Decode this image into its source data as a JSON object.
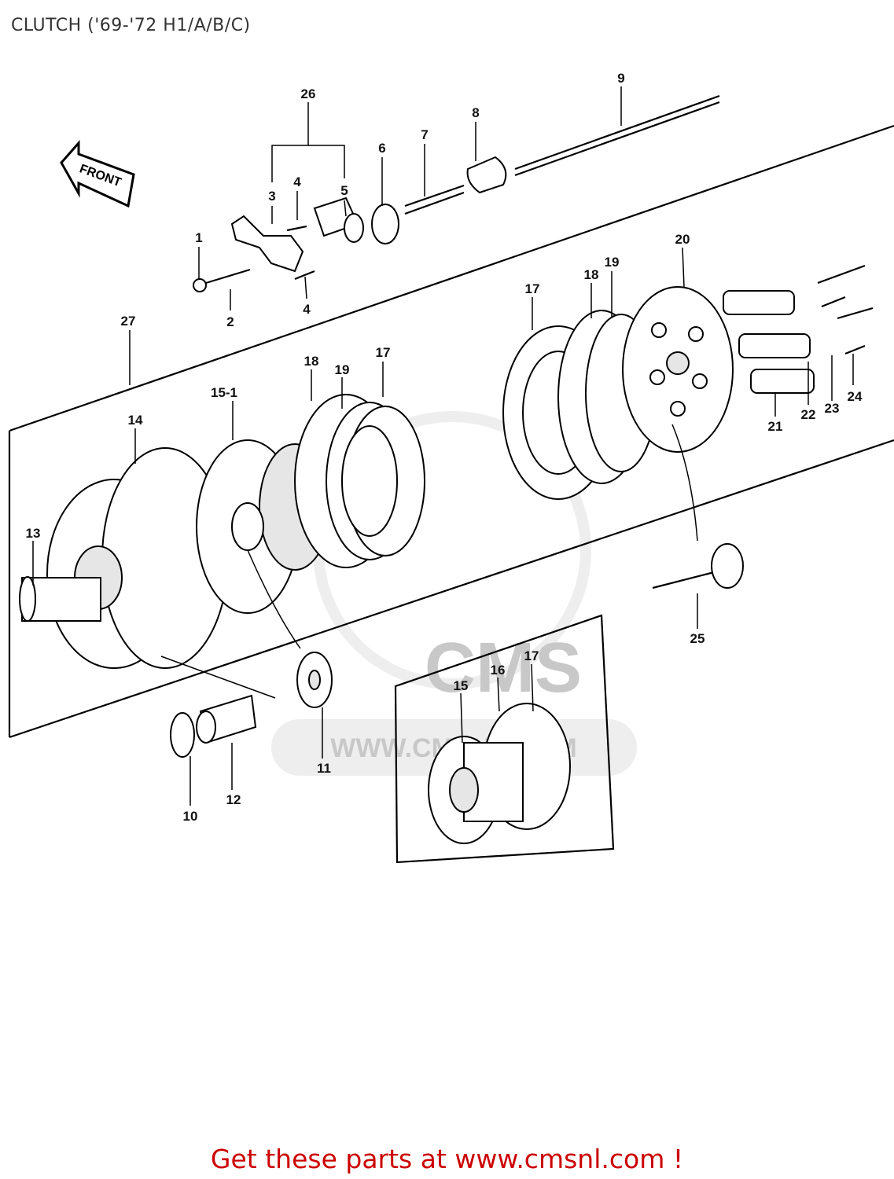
{
  "title": "CLUTCH ('69-'72 H1/A/B/C)",
  "front_arrow_label": "FRONT",
  "watermark_text": "WWW.CMSNL.COM",
  "watermark_logo_text": "CMS",
  "footer": "Get these parts at www.cmsnl.com !",
  "colors": {
    "footer": "#cc0000",
    "title": "#333333",
    "watermark": "#c8c8c8"
  },
  "callouts": {
    "c1": "1",
    "c2": "2",
    "c3": "3",
    "c4a": "4",
    "c4b": "4",
    "c5": "5",
    "c6": "6",
    "c7": "7",
    "c8": "8",
    "c9": "9",
    "c10": "10",
    "c11": "11",
    "c12": "12",
    "c13": "13",
    "c14": "14",
    "c15_1": "15-1",
    "c15": "15",
    "c16": "16",
    "c17a": "17",
    "c17b": "17",
    "c17c": "17",
    "c18a": "18",
    "c18b": "18",
    "c19a": "19",
    "c19b": "19",
    "c20": "20",
    "c21": "21",
    "c22": "22",
    "c23": "23",
    "c24": "24",
    "c25": "25",
    "c26": "26",
    "c27": "27"
  }
}
